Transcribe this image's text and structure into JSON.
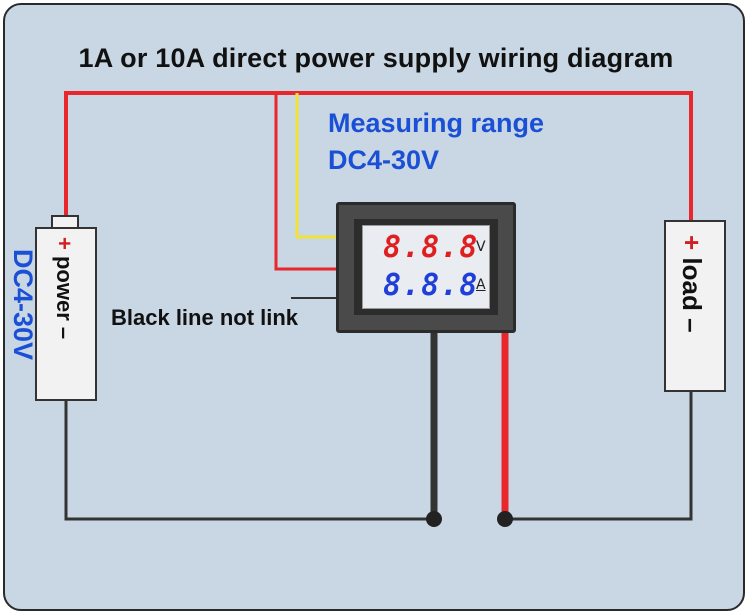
{
  "title": "1A or 10A direct power supply wiring diagram",
  "measuring_range": {
    "line1": "Measuring range",
    "line2": "DC4-30V"
  },
  "power_source": {
    "label": "+ power –",
    "plus": "+",
    "name": "power",
    "minus": "–",
    "voltage_side": "DC4-30V"
  },
  "load": {
    "plus": "+",
    "name": "load",
    "minus": "–"
  },
  "meter": {
    "voltage_digits": "8.8.8",
    "voltage_unit": "V",
    "current_digits": "8.8.8",
    "current_unit": "A"
  },
  "note": "Black line not link",
  "colors": {
    "positive_wire": "#e8262b",
    "negative_wire": "#333333",
    "signal_wire": "#f1e23a",
    "panel_bg": "#c8d7e3",
    "accent_text": "#1a4fd6"
  }
}
